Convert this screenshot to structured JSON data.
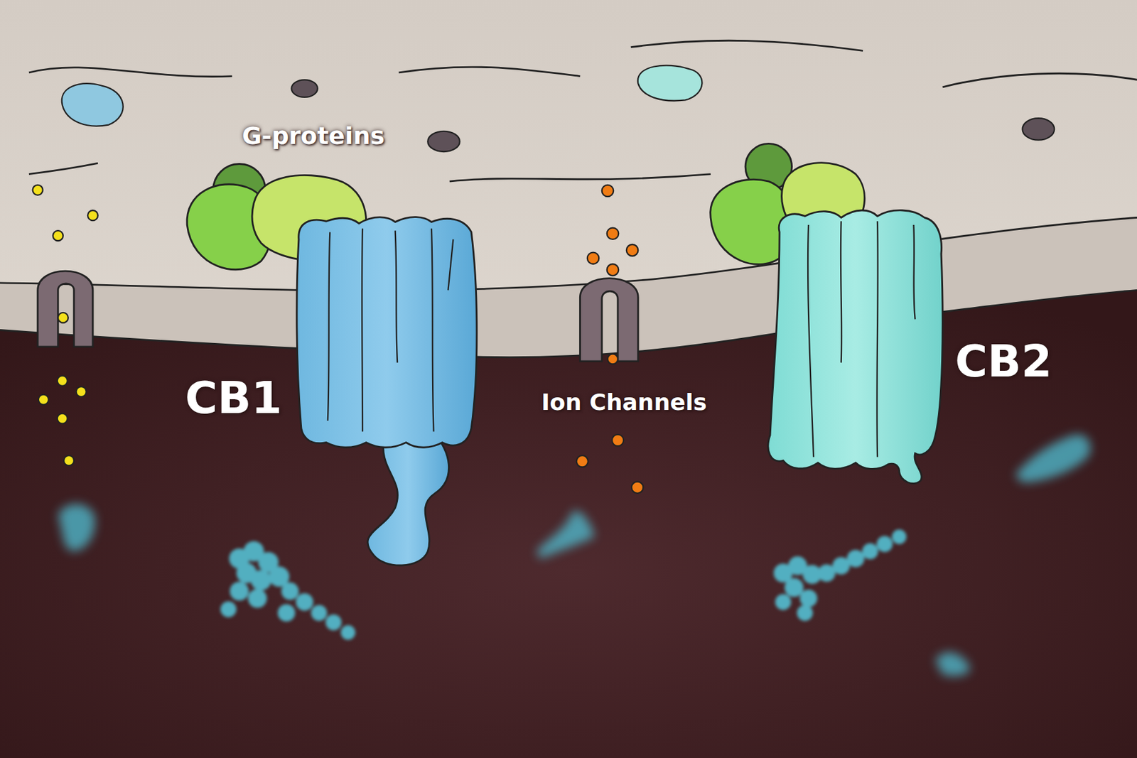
{
  "diagram": {
    "labels": [
      "G-proteins",
      "CB1",
      "Ion Channels",
      "CB2"
    ]
  }
}
